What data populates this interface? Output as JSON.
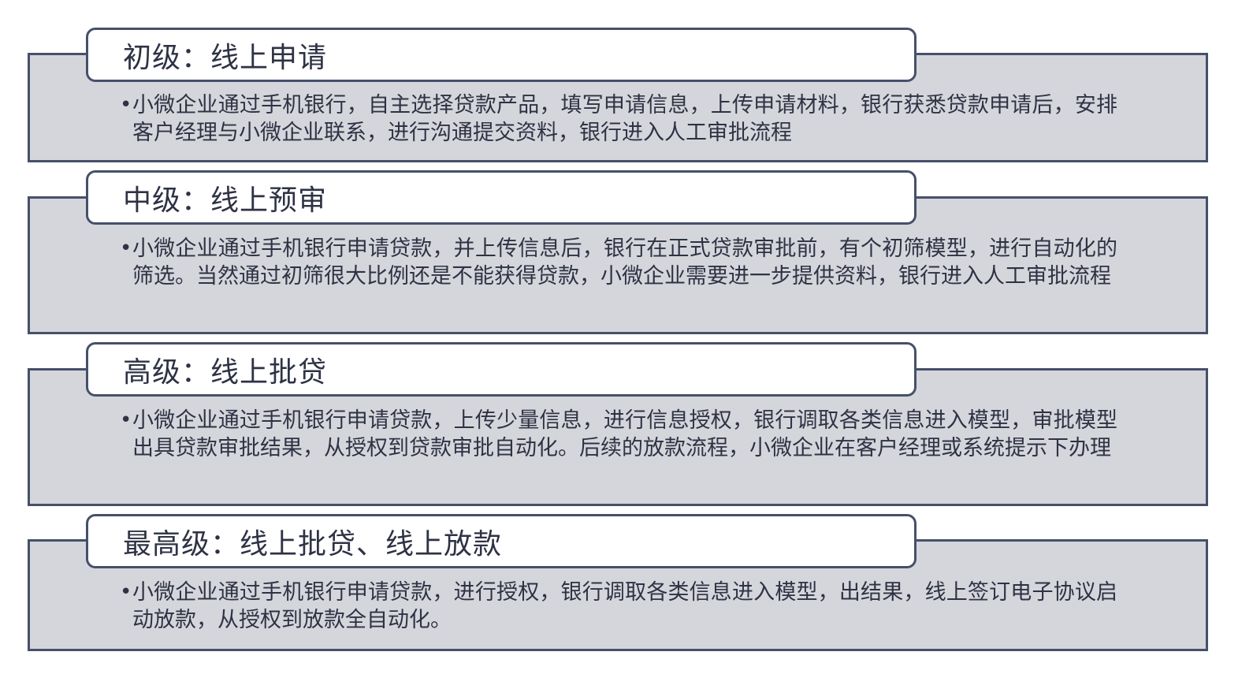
{
  "levels": [
    {
      "title": "初级：线上申请",
      "bullet": "•",
      "text": "小微企业通过手机银行，自主选择贷款产品，填写申请信息，上传申请材料，银行获悉贷款申请后，安排客户经理与小微企业联系，进行沟通提交资料，银行进入人工审批流程"
    },
    {
      "title": "中级：线上预审",
      "bullet": "•",
      "text": "小微企业通过手机银行申请贷款，并上传信息后，银行在正式贷款审批前，有个初筛模型，进行自动化的筛选。当然通过初筛很大比例还是不能获得贷款，小微企业需要进一步提供资料，银行进入人工审批流程"
    },
    {
      "title": "高级：线上批贷",
      "bullet": "•",
      "text": "小微企业通过手机银行申请贷款，上传少量信息，进行信息授权，银行调取各类信息进入模型，审批模型出具贷款审批结果，从授权到贷款审批自动化。后续的放款流程，小微企业在客户经理或系统提示下办理"
    },
    {
      "title": "最高级：线上批贷、线上放款",
      "bullet": "•",
      "text": "小微企业通过手机银行申请贷款，进行授权，银行调取各类信息进入模型，出结果，线上签订电子协议启动放款，从授权到放款全自动化。"
    }
  ],
  "colors": {
    "panel_fill": "#d5d6db",
    "border": "#46506a",
    "text": "#2e3244",
    "tab_fill": "#ffffff"
  }
}
